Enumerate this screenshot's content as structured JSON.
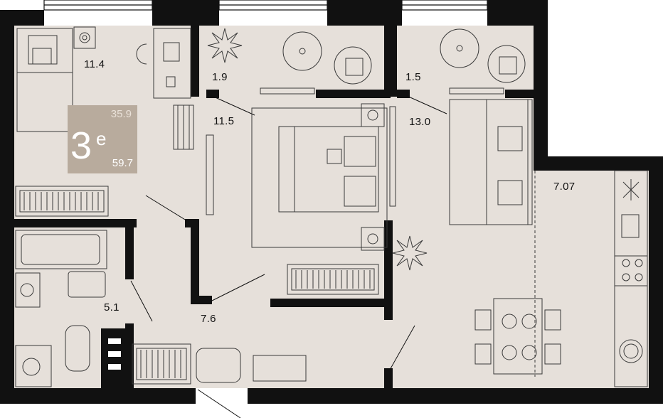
{
  "plan": {
    "badge": {
      "total_area": "35.9",
      "rooms": "3",
      "suffix": "e",
      "living_area": "59.7"
    },
    "rooms": [
      {
        "id": "bedroom-1",
        "area": "11.4"
      },
      {
        "id": "balcony-1",
        "area": "1.9"
      },
      {
        "id": "balcony-2",
        "area": "1.5"
      },
      {
        "id": "bedroom-2",
        "area": "11.5"
      },
      {
        "id": "living-room",
        "area": "13.0"
      },
      {
        "id": "kitchen",
        "area": "7.07"
      },
      {
        "id": "bathroom",
        "area": "5.1"
      },
      {
        "id": "hallway",
        "area": "7.6"
      }
    ],
    "colors": {
      "wall": "#111111",
      "floor": "#e6e0da",
      "badge": "#b8ab9d",
      "furniture_stroke": "#3a3a3a"
    }
  }
}
